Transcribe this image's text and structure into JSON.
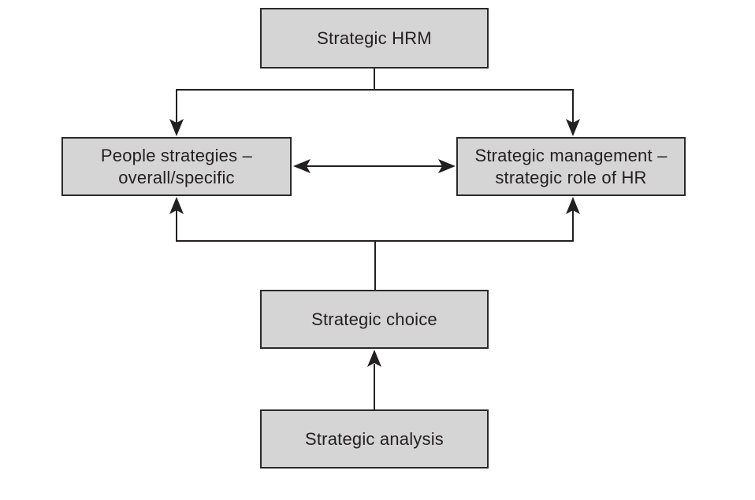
{
  "figure": {
    "type": "flow-diagram",
    "colors": {
      "background": "#ffffff",
      "box-fill": "#d5d5d5",
      "box-border": "#2a2a2a",
      "line": "#231f20",
      "text": "#231f20"
    }
  },
  "nodes": {
    "strategic_hrm": {
      "label": "Strategic HRM"
    },
    "people_strategies": {
      "line1": "People strategies –",
      "line2": "overall/specific"
    },
    "strategic_management": {
      "line1": "Strategic management –",
      "line2": "strategic role of HR"
    },
    "strategic_choice": {
      "label": "Strategic choice"
    },
    "strategic_analysis": {
      "label": "Strategic analysis"
    }
  },
  "edges": [
    {
      "from": "strategic_hrm",
      "to": "people_strategies",
      "style": "arrow-down"
    },
    {
      "from": "strategic_hrm",
      "to": "strategic_management",
      "style": "arrow-down"
    },
    {
      "from": "people_strategies",
      "to": "strategic_management",
      "style": "double-headed-arrow"
    },
    {
      "from": "strategic_choice",
      "to": "people_strategies",
      "style": "arrow-up"
    },
    {
      "from": "strategic_choice",
      "to": "strategic_management",
      "style": "arrow-up"
    },
    {
      "from": "strategic_analysis",
      "to": "strategic_choice",
      "style": "arrow-up"
    }
  ]
}
